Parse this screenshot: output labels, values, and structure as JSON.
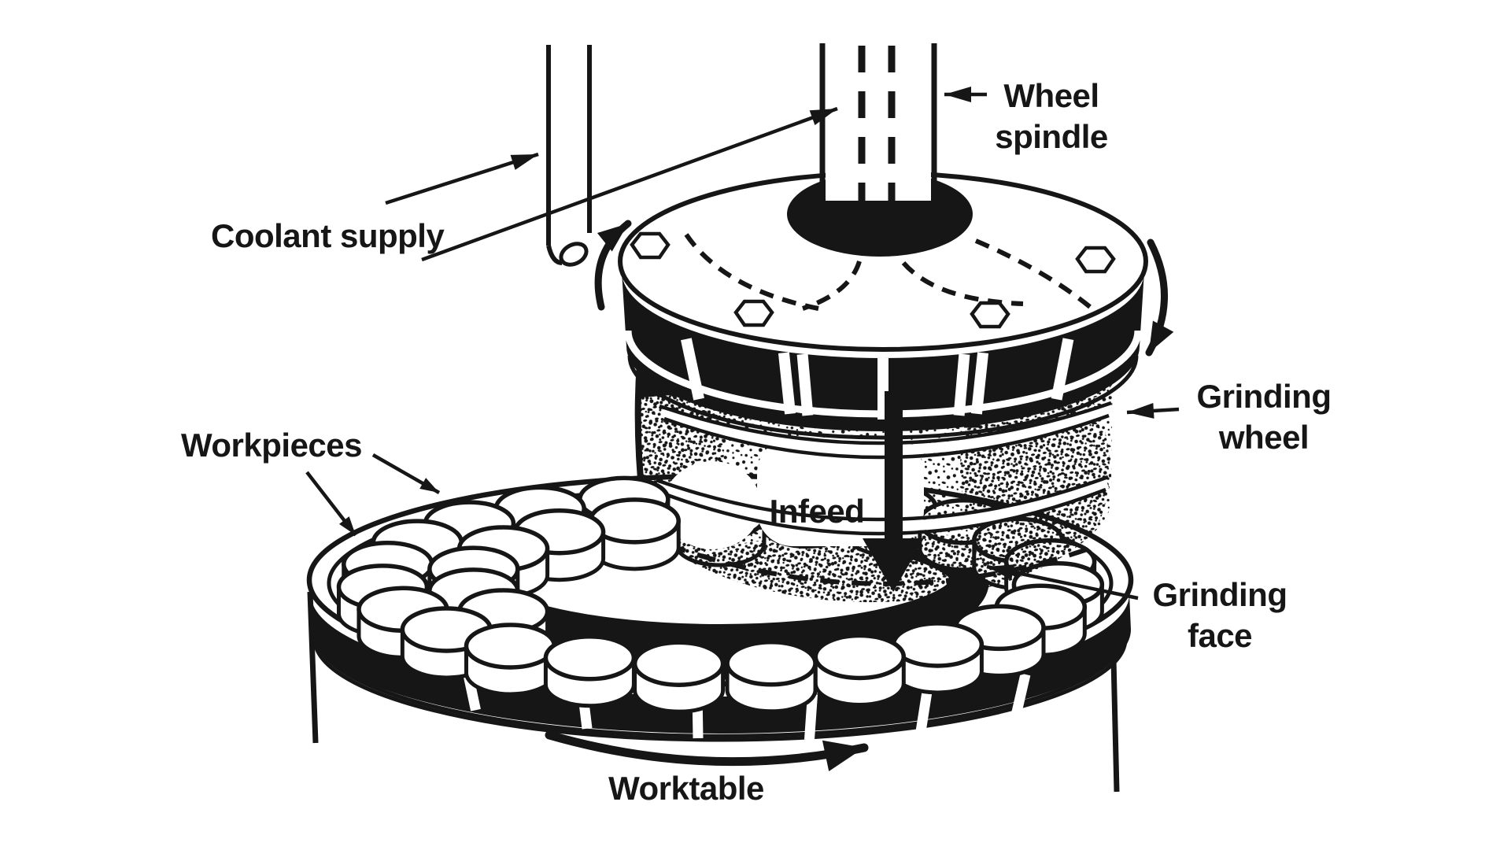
{
  "colors": {
    "ink": "#161616",
    "background": "#ffffff"
  },
  "labels": {
    "coolant_supply": "Coolant supply",
    "wheel_spindle_line1": "Wheel",
    "wheel_spindle_line2": "spindle",
    "grinding_wheel_line1": "Grinding",
    "grinding_wheel_line2": "wheel",
    "workpieces": "Workpieces",
    "infeed": "Infeed",
    "grinding_face_line1": "Grinding",
    "grinding_face_line2": "face",
    "worktable": "Worktable"
  }
}
